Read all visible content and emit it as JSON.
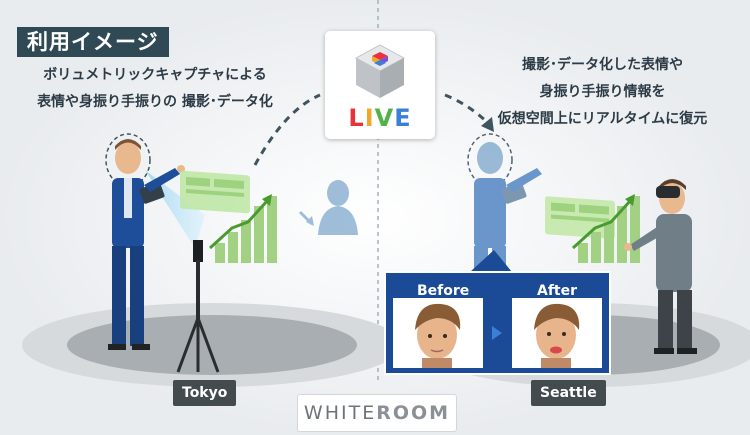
{
  "title": "利用イメージ",
  "left_description": [
    "ボリュメトリックキャプチャによる",
    "表情や身振り手振りの 撮影･データ化"
  ],
  "right_description": [
    "撮影･データ化した表情や",
    "身振り手振り情報を",
    "仮想空間上にリアルタイムに復元"
  ],
  "logo": {
    "letters": [
      "L",
      "I",
      "V",
      "E"
    ],
    "letter_colors": [
      "#e8323c",
      "#f0a82a",
      "#4fb34a",
      "#3b7fd6"
    ]
  },
  "locations": {
    "left": "Tokyo",
    "right": "Seattle"
  },
  "comparison": {
    "before_label": "Before",
    "after_label": "After"
  },
  "brand": {
    "part1": "WHITE",
    "part2": "ROOM"
  },
  "icons": [
    "live-cube-icon",
    "dashed-arrow-icon",
    "play-triangle-icon",
    "growth-chart-icon",
    "camera-tripod-icon"
  ],
  "colors": {
    "title_bg": "#2f4a55",
    "label_bg": "#444b4f",
    "accent_blue": "#2a5fa8",
    "panel_navy": "#1b4b97"
  }
}
